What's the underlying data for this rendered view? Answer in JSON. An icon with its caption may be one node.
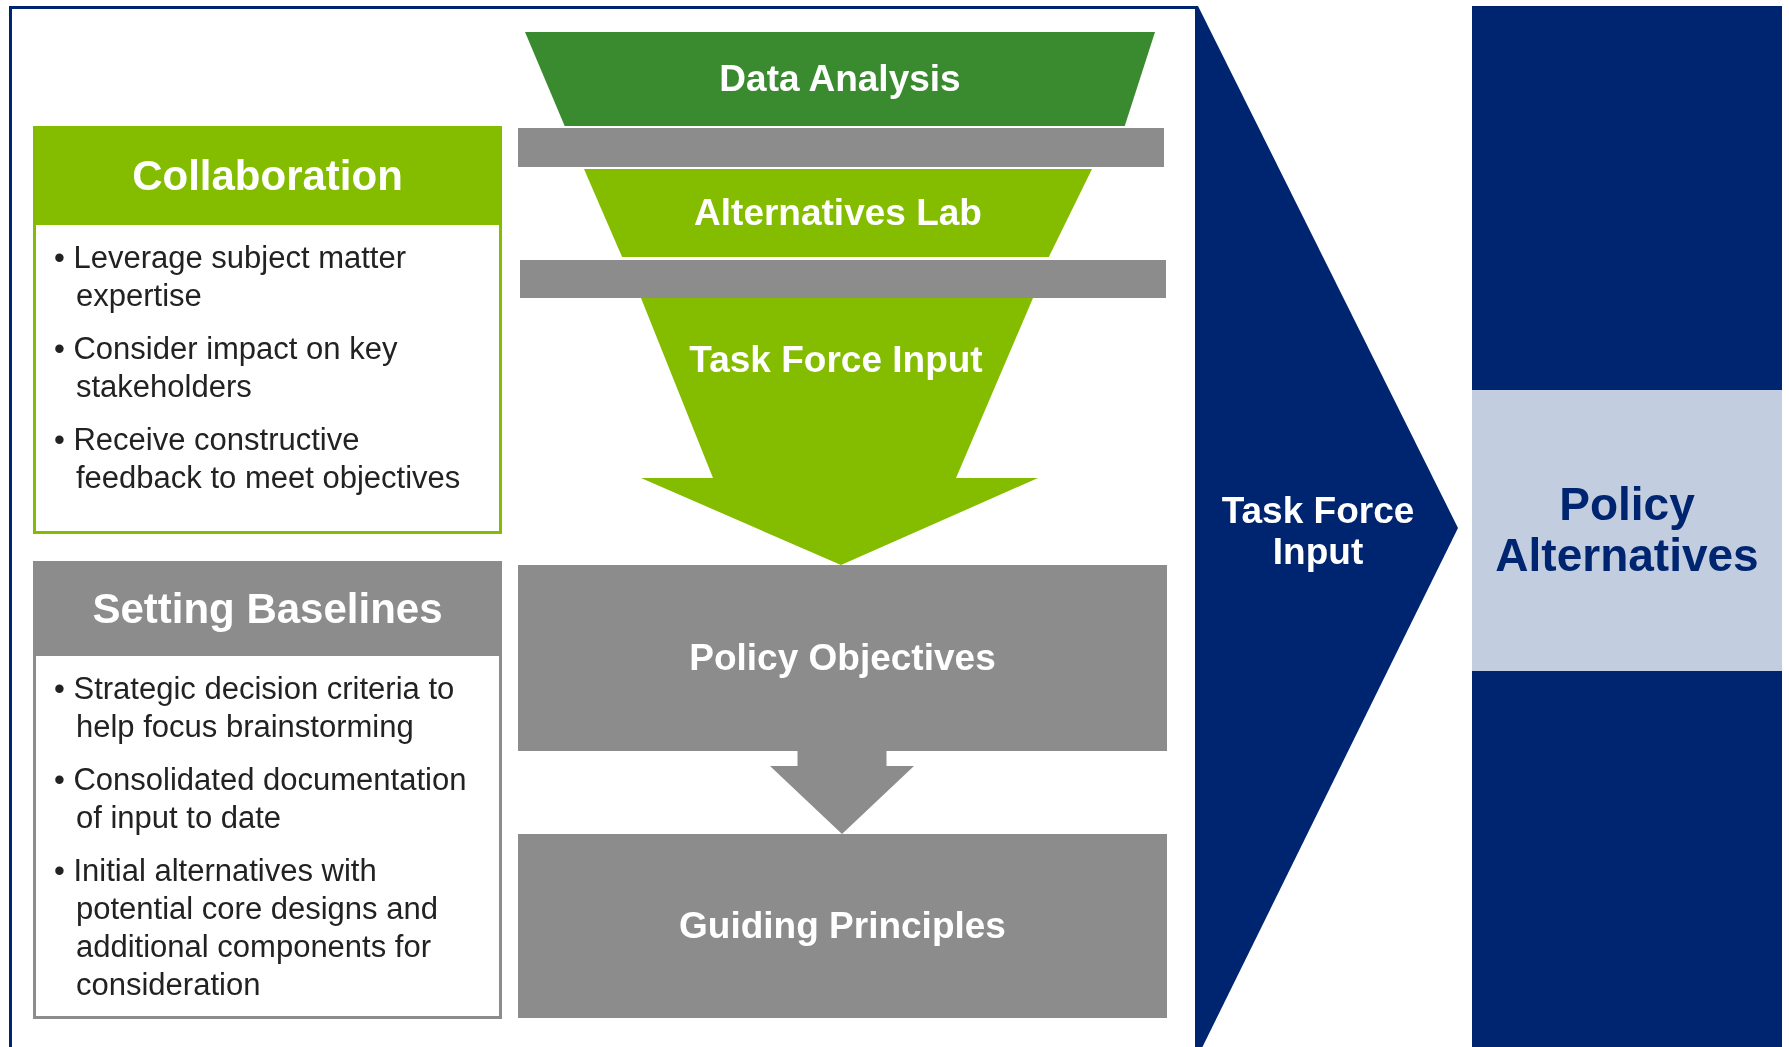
{
  "diagram": {
    "nodes": [
      {
        "text": [],
        "shape": "box"
      },
      {
        "text": [
          "Collaboration",
          "• Leverage subject matter expertise",
          "• Consider impact on key stakeholders",
          "• Receive constructive feedback to meet objectives"
        ],
        "in": 0
      },
      {
        "text": [
          "Setting Baselines",
          "• Strategic decision criteria to help focus brainstorming",
          "• Consolidated documentation of input to date",
          "• Initial alternatives with potential core designs and additional components for consideration"
        ],
        "in": 0
      },
      {
        "text": [
          "Data Analysis"
        ],
        "in": 0
      },
      {
        "text": [],
        "shape": "bar",
        "in": 0
      },
      {
        "text": [
          "Alternatives Lab"
        ],
        "in": 0
      },
      {
        "text": [],
        "shape": "bar",
        "in": 0
      },
      {
        "text": [
          "Policy Objectives"
        ],
        "in": 0
      },
      {
        "text": [
          "Guiding Principles"
        ],
        "in": 0
      },
      {
        "text": [
          "Policy Alternatives"
        ]
      }
    ],
    "edges": [
      {
        "from": 6,
        "to": 7,
        "arrow": "to",
        "label": "Task Force Input",
        "style": "thick",
        "color": "#84bc00"
      },
      {
        "from": 7,
        "to": 8,
        "arrow": "to",
        "style": "thick",
        "color": "#8c8c8c"
      },
      {
        "from": 0,
        "to": 9,
        "arrow": "to",
        "label": "Task Force Input",
        "style": "thick",
        "color": "#002570"
      }
    ]
  }
}
